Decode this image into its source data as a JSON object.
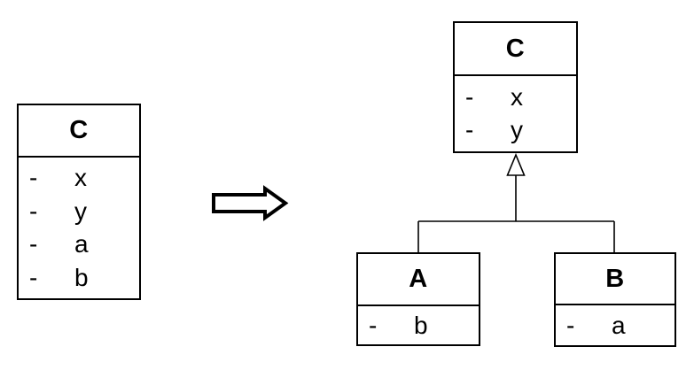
{
  "before": {
    "class": {
      "name": "C",
      "attributes": [
        {
          "vis": "-",
          "name": "x"
        },
        {
          "vis": "-",
          "name": "y"
        },
        {
          "vis": "-",
          "name": "a"
        },
        {
          "vis": "-",
          "name": "b"
        }
      ]
    }
  },
  "transform": {
    "arrow_icon": "right-block-arrow"
  },
  "after": {
    "superclass": {
      "name": "C",
      "attributes": [
        {
          "vis": "-",
          "name": "x"
        },
        {
          "vis": "-",
          "name": "y"
        }
      ]
    },
    "subclass_a": {
      "name": "A",
      "attributes": [
        {
          "vis": "-",
          "name": "b"
        }
      ]
    },
    "subclass_b": {
      "name": "B",
      "attributes": [
        {
          "vis": "-",
          "name": "a"
        }
      ]
    }
  },
  "colors": {
    "line": "#000000",
    "fill": "#ffffff",
    "background": "#ffffff"
  }
}
